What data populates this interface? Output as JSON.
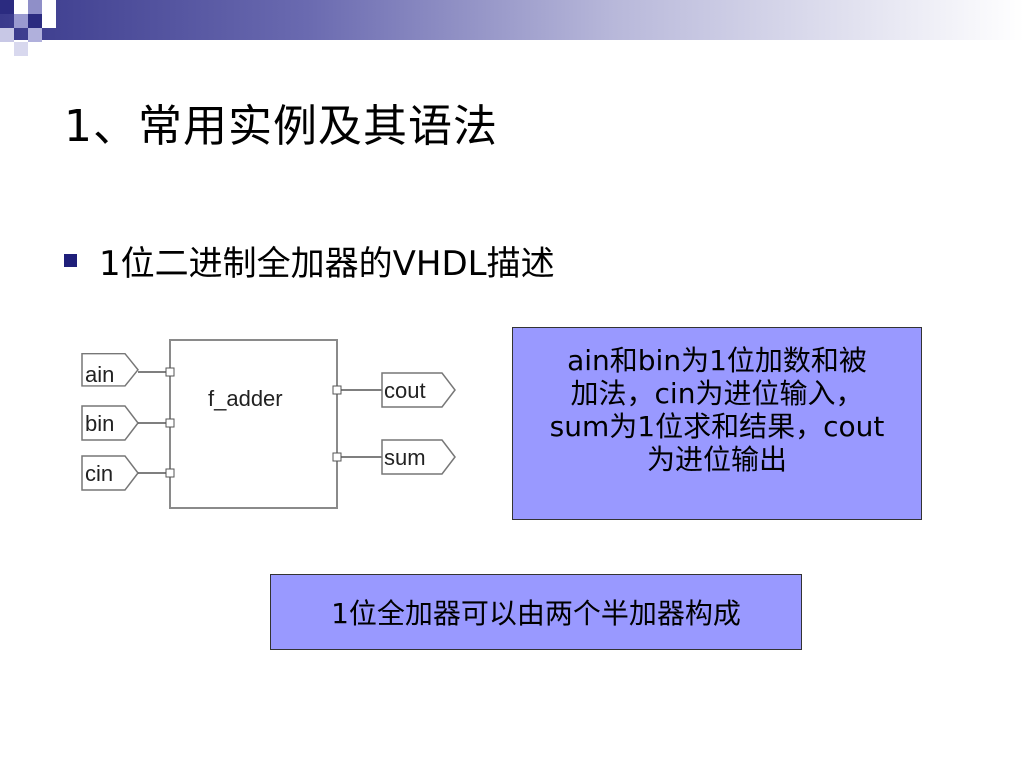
{
  "slide": {
    "title": "1、常用实例及其语法",
    "bullet": "1位二进制全加器的VHDL描述"
  },
  "diagram": {
    "entity_name": "f_adder",
    "inputs": [
      "ain",
      "bin",
      "cin"
    ],
    "outputs": [
      "cout",
      "sum"
    ]
  },
  "info_box": {
    "lines": [
      "ain和bin为1位加数和被",
      "加法，cin为进位输入，",
      "sum为1位求和结果，cout",
      "为进位输出"
    ]
  },
  "note_box": {
    "text": "1位全加器可以由两个半加器构成"
  },
  "colors": {
    "box_fill": "#9999ff",
    "bullet": "#1f1f7a",
    "band_dark": "#3a3a8c"
  }
}
